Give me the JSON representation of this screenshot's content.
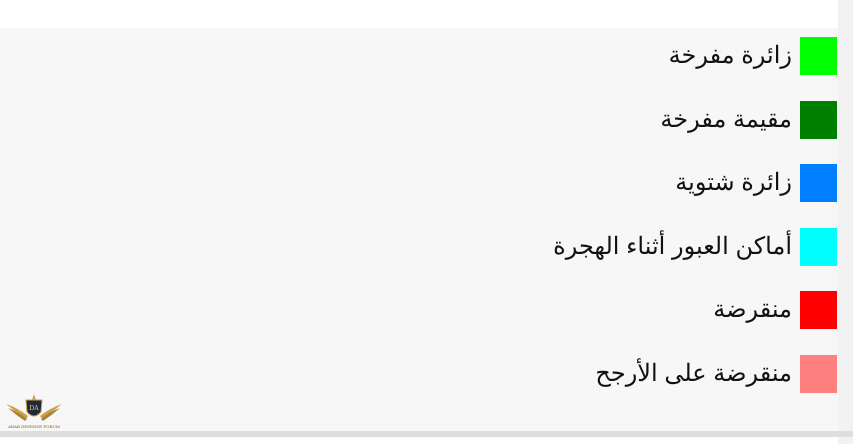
{
  "legend": {
    "items": [
      {
        "label": "زائرة مفرخة",
        "color": "#00ff00"
      },
      {
        "label": "مقيمة مفرخة",
        "color": "#008000"
      },
      {
        "label": "زائرة شتوية",
        "color": "#0080ff"
      },
      {
        "label": "أماكن العبور أثناء الهجرة",
        "color": "#00ffff"
      },
      {
        "label": "منقرضة",
        "color": "#ff0000"
      },
      {
        "label": "منقرضة على الأرجح",
        "color": "#ff8080"
      }
    ]
  },
  "logo": {
    "mark": "DA",
    "line1": "ARAB DEFENSE FORUM",
    "icon": "winged-shield-icon"
  }
}
